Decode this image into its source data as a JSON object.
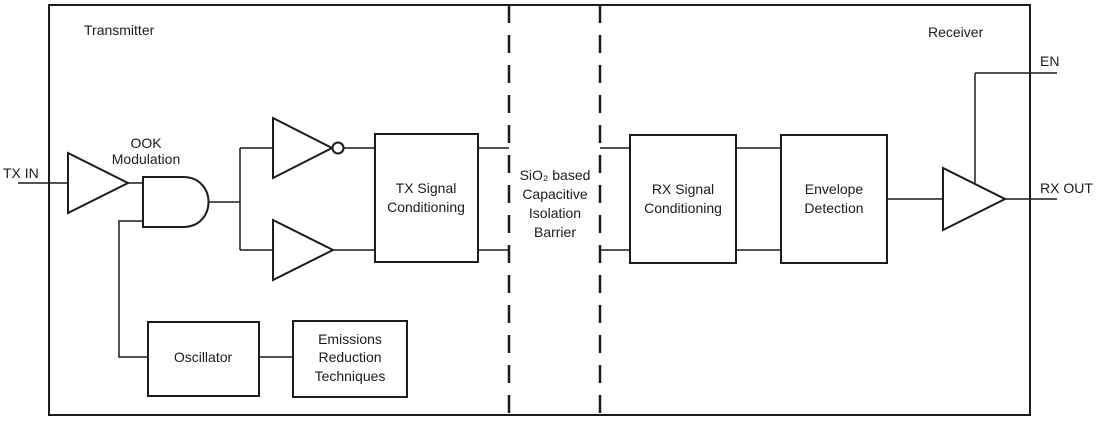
{
  "colors": {
    "stroke": "#1c1c1c",
    "background": "#ffffff"
  },
  "regions": {
    "transmitter": "Transmitter",
    "receiver": "Receiver"
  },
  "ports": {
    "tx_in": "TX IN",
    "en": "EN",
    "rx_out": "RX OUT"
  },
  "blocks": {
    "ook_modulation": {
      "lines": [
        "OOK",
        "Modulation"
      ]
    },
    "tx_signal_conditioning": {
      "lines": [
        "TX Signal",
        "Conditioning"
      ]
    },
    "isolation_barrier": {
      "lines": [
        "SiO₂ based",
        "Capacitive",
        "Isolation",
        "Barrier"
      ]
    },
    "rx_signal_conditioning": {
      "lines": [
        "RX Signal",
        "Conditioning"
      ]
    },
    "envelope_detection": {
      "lines": [
        "Envelope",
        "Detection"
      ]
    },
    "oscillator": {
      "label": "Oscillator"
    },
    "emissions_reduction": {
      "lines": [
        "Emissions",
        "Reduction",
        "Techniques"
      ]
    }
  }
}
